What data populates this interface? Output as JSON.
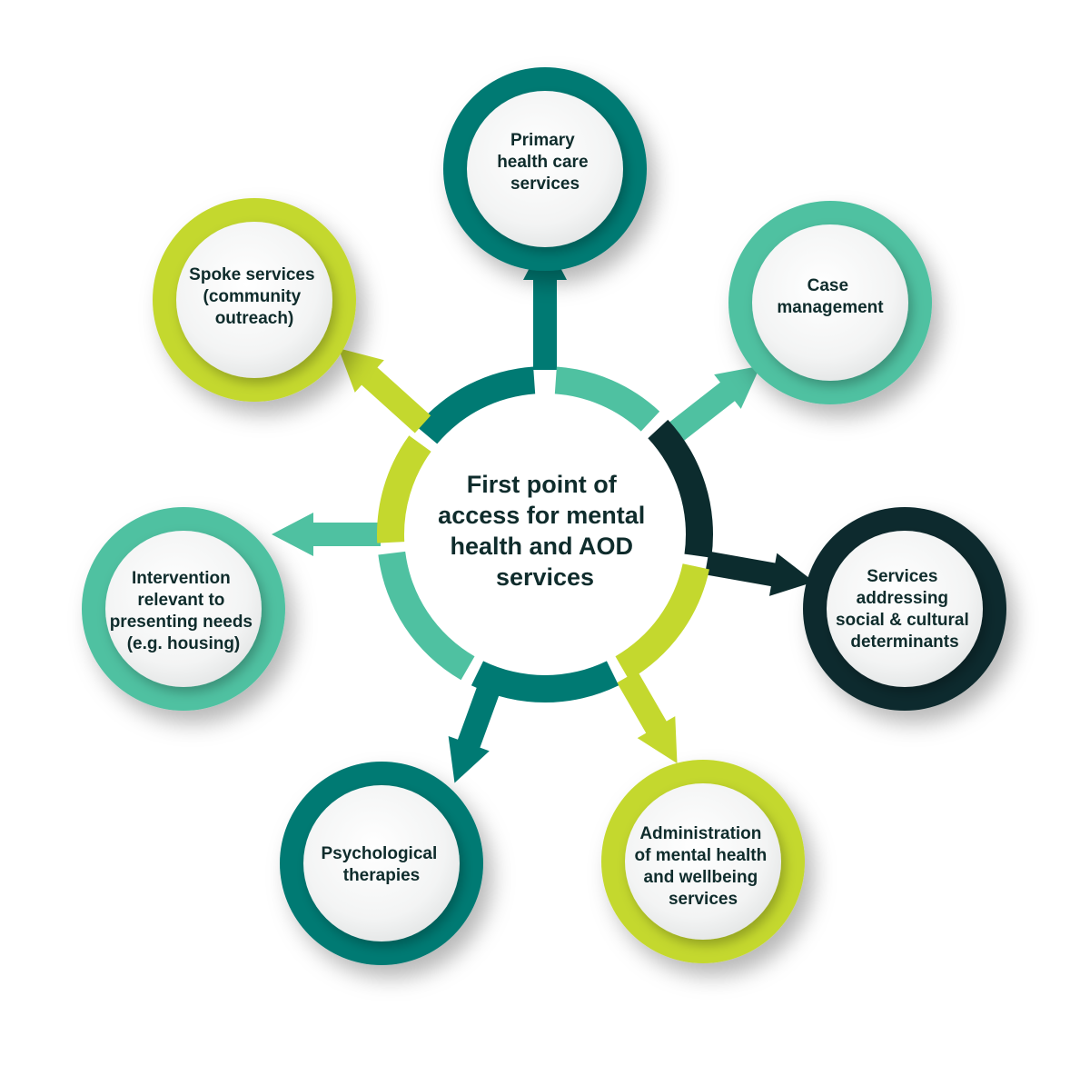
{
  "center": {
    "lines": [
      "First point of",
      "access for mental",
      "health and AOD",
      "services"
    ]
  },
  "nodes": [
    {
      "id": "primary",
      "lines": [
        "Primary",
        "health care",
        "services"
      ],
      "color": "#007a73"
    },
    {
      "id": "case",
      "lines": [
        "Case",
        "management"
      ],
      "color": "#4fc1a1"
    },
    {
      "id": "social",
      "lines": [
        "Services",
        "addressing",
        "social & cultural",
        "determinants"
      ],
      "color": "#0c2c2e"
    },
    {
      "id": "admin",
      "lines": [
        "Administration",
        "of mental health",
        "and wellbeing",
        "services"
      ],
      "color": "#c4d82e"
    },
    {
      "id": "psych",
      "lines": [
        "Psychological",
        "therapies"
      ],
      "color": "#007a73"
    },
    {
      "id": "intervention",
      "lines": [
        "Intervention",
        "relevant to",
        "presenting needs",
        "(e.g. housing)"
      ],
      "color": "#4fc1a1"
    },
    {
      "id": "spoke",
      "lines": [
        "Spoke services",
        "(community",
        "outreach)"
      ],
      "color": "#c4d82e"
    }
  ]
}
